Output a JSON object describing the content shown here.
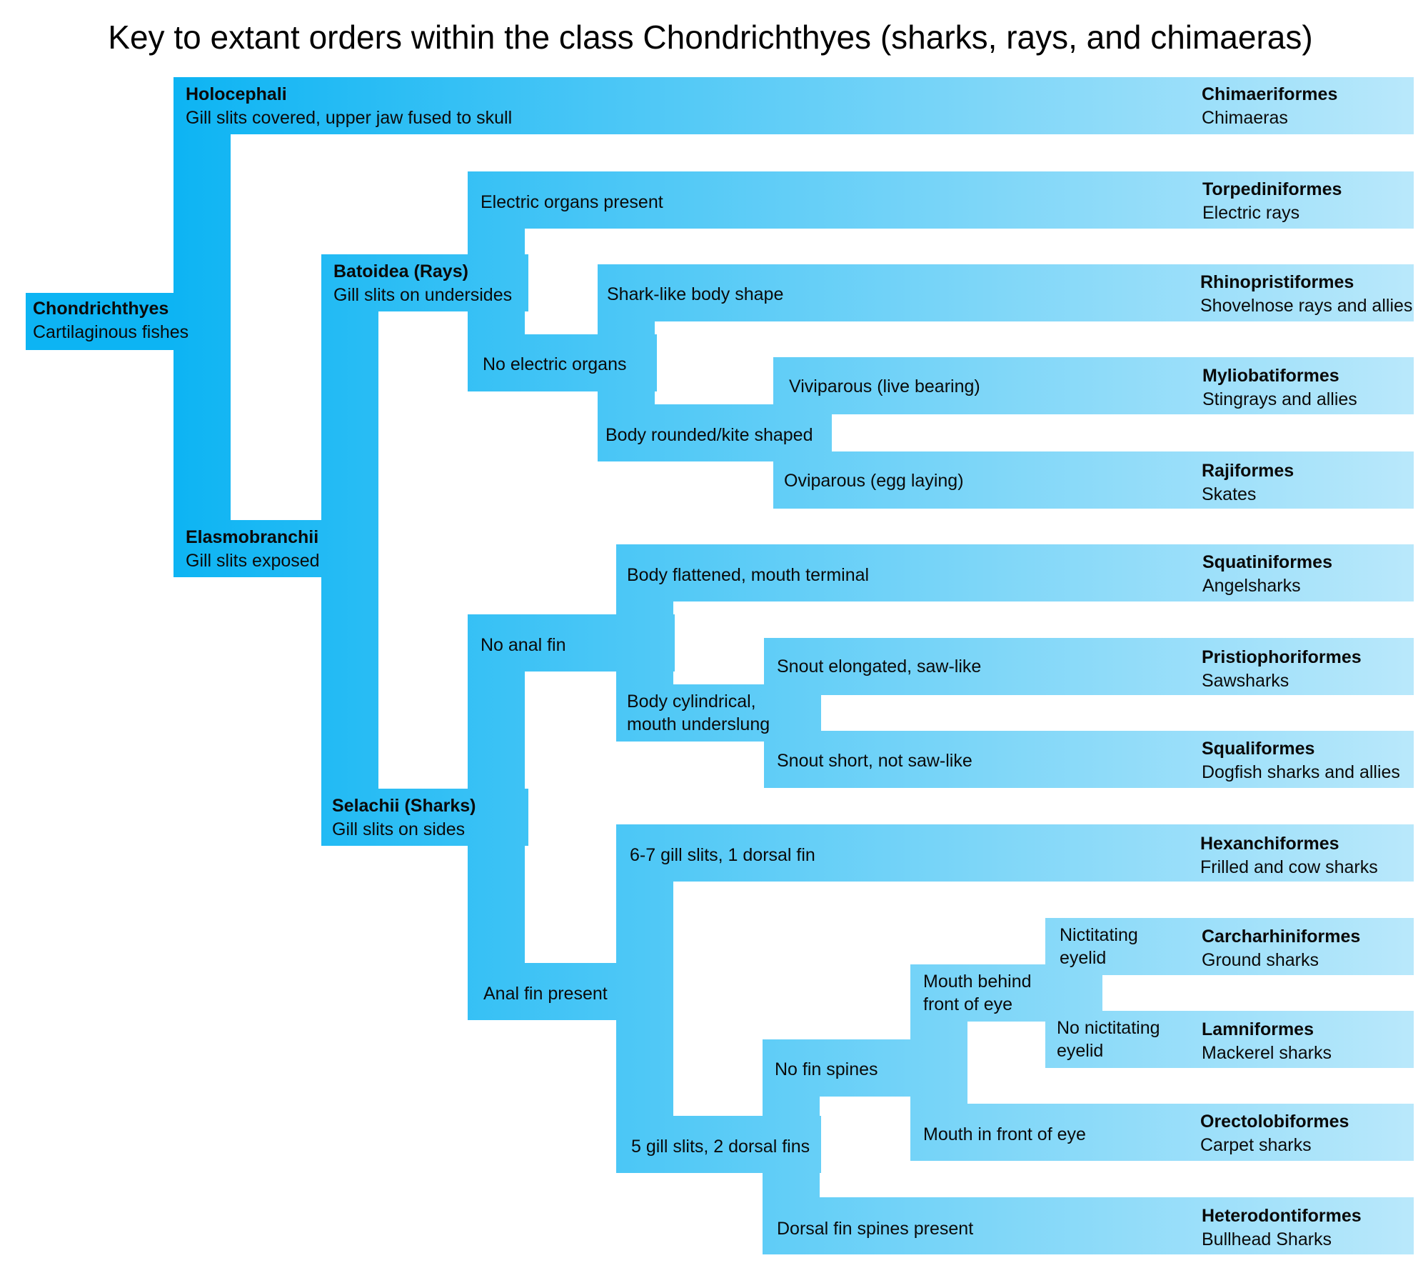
{
  "title": "Key to extant orders within the class Chondrichthyes (sharks, rays, and chimaeras)",
  "colors": {
    "branch_start": "#0db4f3",
    "branch_end": "#b9e8fb",
    "text": "#0a0a0a"
  },
  "root": {
    "name": "Chondrichthyes",
    "desc": "Cartilaginous fishes"
  },
  "nodes": {
    "holocephali": {
      "name": "Holocephali",
      "desc": "Gill slits covered, upper jaw fused to skull"
    },
    "elasmobranchii": {
      "name": "Elasmobranchii",
      "desc": "Gill slits exposed"
    },
    "batoidea": {
      "name": "Batoidea (Rays)",
      "desc": "Gill slits on undersides"
    },
    "selachii": {
      "name": "Selachii (Sharks)",
      "desc": "Gill slits on sides"
    }
  },
  "traits": {
    "electric_present": "Electric organs present",
    "no_electric": "No electric organs",
    "shark_like": "Shark-like body shape",
    "body_rounded": "Body rounded/kite shaped",
    "viviparous": "Viviparous (live bearing)",
    "oviparous": "Oviparous (egg laying)",
    "no_anal_fin": "No anal fin",
    "anal_fin_present": "Anal fin present",
    "body_flattened": "Body flattened, mouth terminal",
    "body_cylindrical": [
      "Body cylindrical,",
      "mouth underslung"
    ],
    "snout_elongated": "Snout elongated, saw-like",
    "snout_short": "Snout short, not saw-like",
    "gill_6_7": "6-7 gill slits, 1 dorsal fin",
    "gill_5": "5 gill slits, 2 dorsal fins",
    "no_fin_spines": "No fin spines",
    "dorsal_spines": "Dorsal fin spines present",
    "mouth_behind": [
      "Mouth behind",
      "front of eye"
    ],
    "mouth_front": "Mouth in front of eye",
    "nictitating": [
      "Nictitating",
      "eyelid"
    ],
    "no_nictitating": [
      "No nictitating",
      "eyelid"
    ]
  },
  "orders": [
    {
      "name": "Chimaeriformes",
      "common": "Chimaeras"
    },
    {
      "name": "Torpediniformes",
      "common": "Electric rays"
    },
    {
      "name": "Rhinopristiformes",
      "common": "Shovelnose rays and allies"
    },
    {
      "name": "Myliobatiformes",
      "common": "Stingrays and allies"
    },
    {
      "name": "Rajiformes",
      "common": "Skates"
    },
    {
      "name": "Squatiniformes",
      "common": "Angelsharks"
    },
    {
      "name": "Pristiophoriformes",
      "common": "Sawsharks"
    },
    {
      "name": "Squaliformes",
      "common": "Dogfish sharks and allies"
    },
    {
      "name": "Hexanchiformes",
      "common": "Frilled and cow sharks"
    },
    {
      "name": "Carcharhiniformes",
      "common": "Ground sharks"
    },
    {
      "name": "Lamniformes",
      "common": "Mackerel sharks"
    },
    {
      "name": "Orectolobiformes",
      "common": "Carpet sharks"
    },
    {
      "name": "Heterodontiformes",
      "common": "Bullhead Sharks"
    }
  ]
}
